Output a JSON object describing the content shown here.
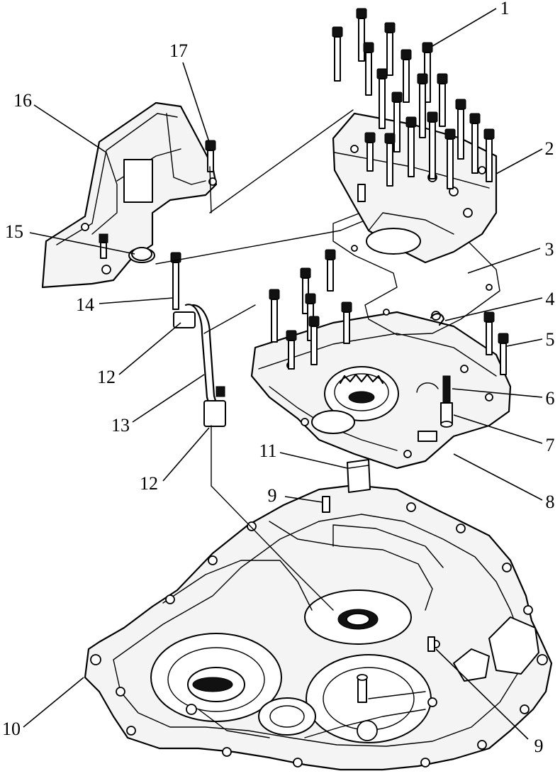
{
  "figure": {
    "callouts": [
      {
        "id": "c1",
        "label": "1"
      },
      {
        "id": "c2",
        "label": "2"
      },
      {
        "id": "c3",
        "label": "3"
      },
      {
        "id": "c4",
        "label": "4"
      },
      {
        "id": "c5",
        "label": "5"
      },
      {
        "id": "c6",
        "label": "6"
      },
      {
        "id": "c7",
        "label": "7"
      },
      {
        "id": "c8",
        "label": "8"
      },
      {
        "id": "c9a",
        "label": "9"
      },
      {
        "id": "c9b",
        "label": "9"
      },
      {
        "id": "c10",
        "label": "10"
      },
      {
        "id": "c11",
        "label": "11"
      },
      {
        "id": "c12a",
        "label": "12"
      },
      {
        "id": "c12b",
        "label": "12"
      },
      {
        "id": "c13",
        "label": "13"
      },
      {
        "id": "c14",
        "label": "14"
      },
      {
        "id": "c15",
        "label": "15"
      },
      {
        "id": "c16",
        "label": "16"
      },
      {
        "id": "c17",
        "label": "17"
      }
    ]
  }
}
